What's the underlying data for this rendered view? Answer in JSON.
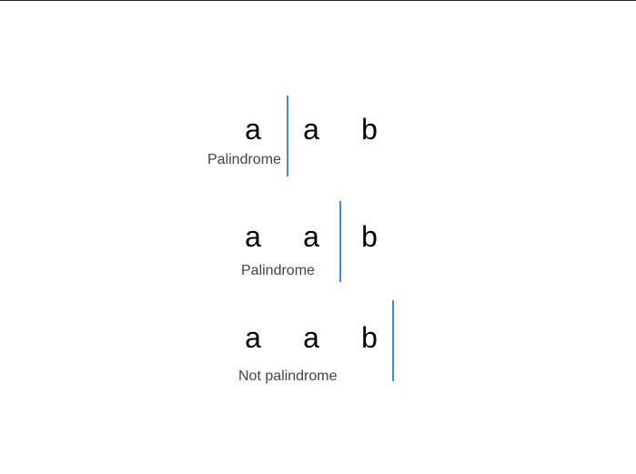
{
  "colors": {
    "divider": "#3a8fd8",
    "letter": "#000000",
    "caption": "#444444"
  },
  "rows": [
    {
      "letters": [
        "a",
        "a",
        "b"
      ],
      "caption": "Palindrome",
      "split_after": 1
    },
    {
      "letters": [
        "a",
        "a",
        "b"
      ],
      "caption": "Palindrome",
      "split_after": 2
    },
    {
      "letters": [
        "a",
        "a",
        "b"
      ],
      "caption": "Not palindrome",
      "split_after": 3
    }
  ]
}
